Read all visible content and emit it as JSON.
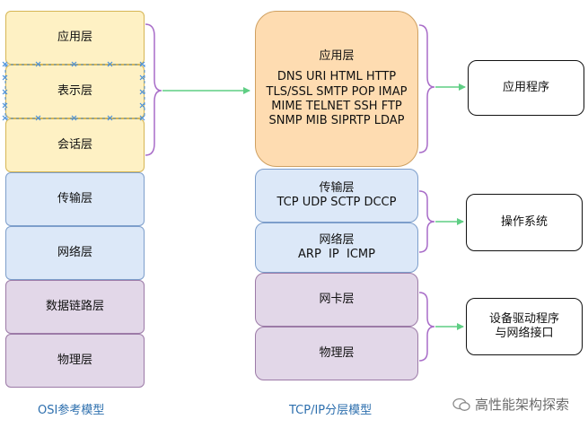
{
  "osi": {
    "caption": "OSI参考模型",
    "layers": {
      "application": "应用层",
      "presentation": "表示层",
      "session": "会话层",
      "transport": "传输层",
      "network": "网络层",
      "datalink": "数据链路层",
      "physical": "物理层"
    }
  },
  "tcpip": {
    "caption": "TCP/IP分层模型",
    "application": {
      "title": "应用层",
      "protocols": [
        "DNS URI HTML HTTP",
        "TLS/SSL SMTP POP IMAP",
        "MIME TELNET SSH FTP",
        "SNMP MIB SIPRTP LDAP"
      ]
    },
    "transport": {
      "title": "传输层",
      "protocols": "TCP UDP SCTP DCCP"
    },
    "network": {
      "title": "网络层",
      "protocols": "ARP  IP  ICMP"
    },
    "netcard": {
      "title": "网卡层"
    },
    "physical": {
      "title": "物理层"
    }
  },
  "targets": {
    "application_program": "应用程序",
    "operating_system": "操作系统",
    "device_driver": [
      "设备驱动程序",
      "与网络接口"
    ]
  },
  "watermark": {
    "text": "高性能架构探索"
  },
  "colors": {
    "connector_purple": "#a86cc8",
    "arrow_green": "#5fce84",
    "selection_blue": "#4a90d9"
  }
}
